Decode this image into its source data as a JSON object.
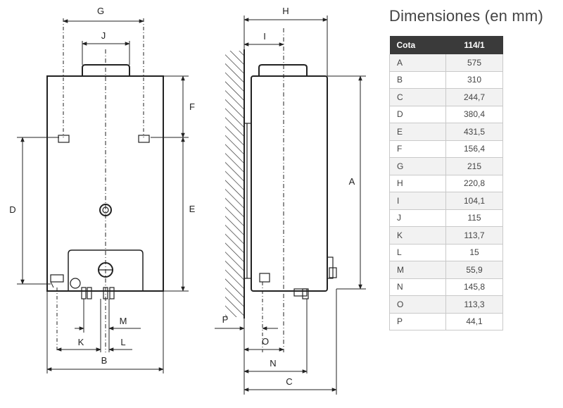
{
  "title": "Dimensiones (en mm)",
  "table": {
    "headers": [
      "Cota",
      "114/1"
    ],
    "rows": [
      [
        "A",
        "575"
      ],
      [
        "B",
        "310"
      ],
      [
        "C",
        "244,7"
      ],
      [
        "D",
        "380,4"
      ],
      [
        "E",
        "431,5"
      ],
      [
        "F",
        "156,4"
      ],
      [
        "G",
        "215"
      ],
      [
        "H",
        "220,8"
      ],
      [
        "I",
        "104,1"
      ],
      [
        "J",
        "115"
      ],
      [
        "K",
        "113,7"
      ],
      [
        "L",
        "15"
      ],
      [
        "M",
        "55,9"
      ],
      [
        "N",
        "145,8"
      ],
      [
        "O",
        "113,3"
      ],
      [
        "P",
        "44,1"
      ]
    ]
  },
  "labels": {
    "A": "A",
    "B": "B",
    "C": "C",
    "D": "D",
    "E": "E",
    "F": "F",
    "G": "G",
    "H": "H",
    "I": "I",
    "J": "J",
    "K": "K",
    "L": "L",
    "M": "M",
    "N": "N",
    "O": "O",
    "P": "P"
  }
}
